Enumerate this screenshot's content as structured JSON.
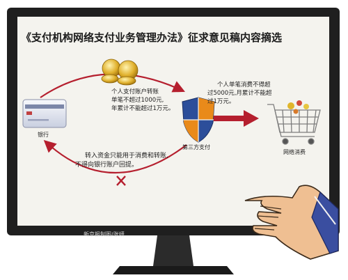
{
  "title": "《支付机构网络支付业务管理办法》征求意见稿内容摘选",
  "nodes": {
    "bank_label": "银行",
    "third_party_label": "第三方支付",
    "shopping_label": "网络消费"
  },
  "notes": {
    "transfer_line1": "个人支付账户转账",
    "transfer_line2": "单笔不超过1000元,",
    "transfer_line3": "年累计不能超过1万元。",
    "consume_line1": "个人单笔消费不得超",
    "consume_line2": "过5000元,月累计不能超",
    "consume_line3": "过1万元。",
    "funds_line1": "转入资金只能用于消费和转账,",
    "funds_line2": "不得向银行账户回提。"
  },
  "credit": "新京报制图/张妍",
  "colors": {
    "arrow": "#b51f2e",
    "shield_blue": "#2c4e9a",
    "shield_orange": "#e98a1a",
    "monitor": "#1f1f1f",
    "screen": "#f4f3ee"
  }
}
